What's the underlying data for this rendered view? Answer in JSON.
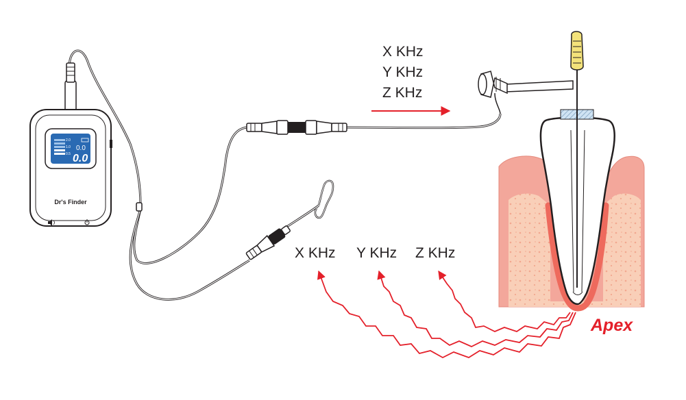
{
  "device": {
    "brand": "Dr's Finder",
    "readout_small_1": "2.0",
    "readout_small_2": "1.0",
    "readout_small_3": "0.5",
    "readout_mid": "0.0",
    "readout_big": "0.0",
    "volume_icon": "speaker-icon",
    "power_icon": "power-icon"
  },
  "signal_labels_top": [
    "X KHz",
    "Y KHz",
    "Z KHz"
  ],
  "signal_labels_bottom": [
    "X KHz",
    "Y KHz",
    "Z KHz"
  ],
  "apex_label": "Apex",
  "colors": {
    "signal_arrow": "#e4202a",
    "apex_text": "#e4202a",
    "gum": "#f3a79b",
    "bone": "#f9cfb8",
    "tooth": "#ffffff",
    "file_handle": "#f3e27a",
    "device_screen": "#2a6ab3",
    "outline": "#231f20"
  }
}
